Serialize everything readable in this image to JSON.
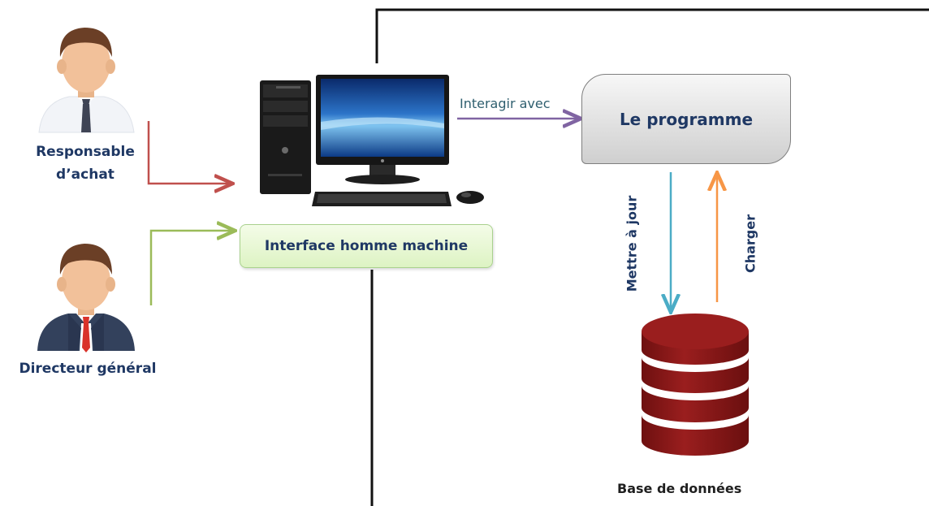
{
  "actors": {
    "responsable": {
      "line1": "Responsable",
      "line2": "d’achat"
    },
    "directeur": {
      "label": "Directeur général"
    }
  },
  "interface": {
    "label": "Interface homme machine"
  },
  "programme": {
    "label": "Le programme"
  },
  "edges": {
    "interact": "Interagir avec",
    "update": "Mettre à jour",
    "load": "Charger"
  },
  "database": {
    "label": "Base de données"
  },
  "colors": {
    "arrow_responsable": "#c0504d",
    "arrow_directeur": "#9bbb59",
    "arrow_interact": "#8064a2",
    "arrow_update": "#4bacc6",
    "arrow_load": "#f79646",
    "database": "#8b1a1a",
    "text": "#1f3864"
  }
}
